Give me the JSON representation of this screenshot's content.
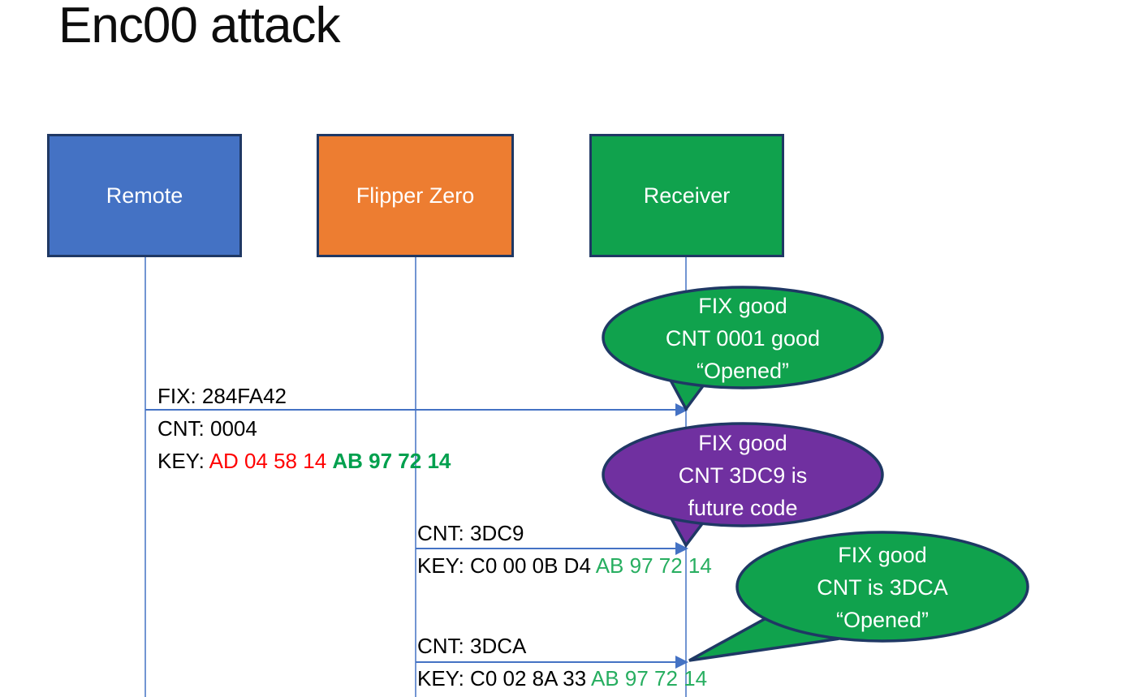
{
  "title": "Enc00 attack",
  "actors": [
    {
      "label": "Remote",
      "fill": "#4472C4"
    },
    {
      "label": "Flipper Zero",
      "fill": "#ED7D31"
    },
    {
      "label": "Receiver",
      "fill": "#10A24D"
    }
  ],
  "messages": {
    "m1": {
      "fix": "FIX: 284FA42",
      "cnt": "CNT: 0004",
      "key_label": "KEY: ",
      "key_red": "AD 04 58 14 ",
      "key_green": "AB 97 72 14"
    },
    "m2": {
      "cnt": "CNT: 3DC9",
      "key_label": "KEY: ",
      "key_black": "C0 00 0B D4 ",
      "key_green": "AB 97 72 14"
    },
    "m3": {
      "cnt": "CNT: 3DCA",
      "key_label": "KEY: ",
      "key_black": "C0 02 8A 33 ",
      "key_green": "AB 97 72 14"
    }
  },
  "callouts": [
    {
      "lines": [
        "FIX good",
        "CNT 0001 good",
        "“Opened”"
      ],
      "fill": "#10A24D"
    },
    {
      "lines": [
        "FIX good",
        "CNT 3DC9 is",
        "future code"
      ],
      "fill": "#7030A0"
    },
    {
      "lines": [
        "FIX good",
        "CNT is 3DCA",
        "“Opened”"
      ],
      "fill": "#10A24D"
    }
  ],
  "colors": {
    "arrow_and_lifeline": "#4472C4",
    "shape_outline": "#1F3864",
    "key_red": "#FF0000",
    "key_green_bold": "#00A04E",
    "key_green": "#27AE60",
    "title_text": "#0D0D0D",
    "background": "#FFFFFF"
  }
}
